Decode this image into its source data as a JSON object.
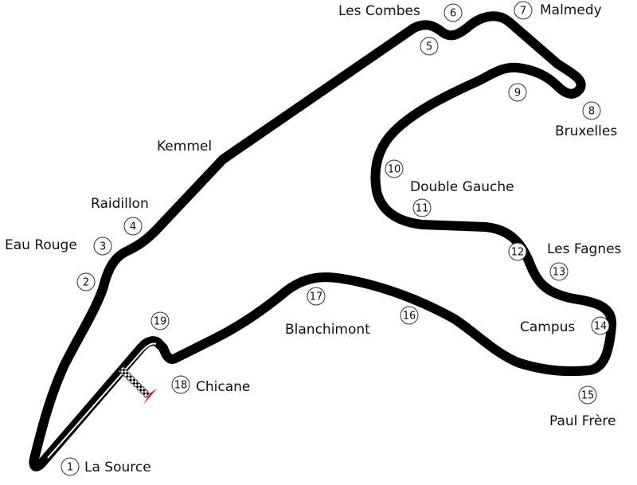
{
  "title": "Circuit de Spa-Francorchamps",
  "colors": {
    "track": "#000000",
    "start_marker": "#e0161b"
  },
  "corners": [
    {
      "n": "1",
      "name": "La Source"
    },
    {
      "n": "2",
      "name": ""
    },
    {
      "n": "3",
      "name": "Eau Rouge"
    },
    {
      "n": "4",
      "name": "Raidillon"
    },
    {
      "n": "5",
      "name": ""
    },
    {
      "n": "6",
      "name": "Les Combes"
    },
    {
      "n": "7",
      "name": "Malmedy"
    },
    {
      "n": "8",
      "name": "Bruxelles"
    },
    {
      "n": "9",
      "name": ""
    },
    {
      "n": "10",
      "name": ""
    },
    {
      "n": "11",
      "name": "Double Gauche"
    },
    {
      "n": "12",
      "name": ""
    },
    {
      "n": "13",
      "name": "Les Fagnes"
    },
    {
      "n": "14",
      "name": "Campus"
    },
    {
      "n": "15",
      "name": "Paul Frère"
    },
    {
      "n": "16",
      "name": ""
    },
    {
      "n": "17",
      "name": "Blanchimont"
    },
    {
      "n": "18",
      "name": "Chicane"
    },
    {
      "n": "19",
      "name": ""
    }
  ],
  "straight_label": "Kemmel"
}
